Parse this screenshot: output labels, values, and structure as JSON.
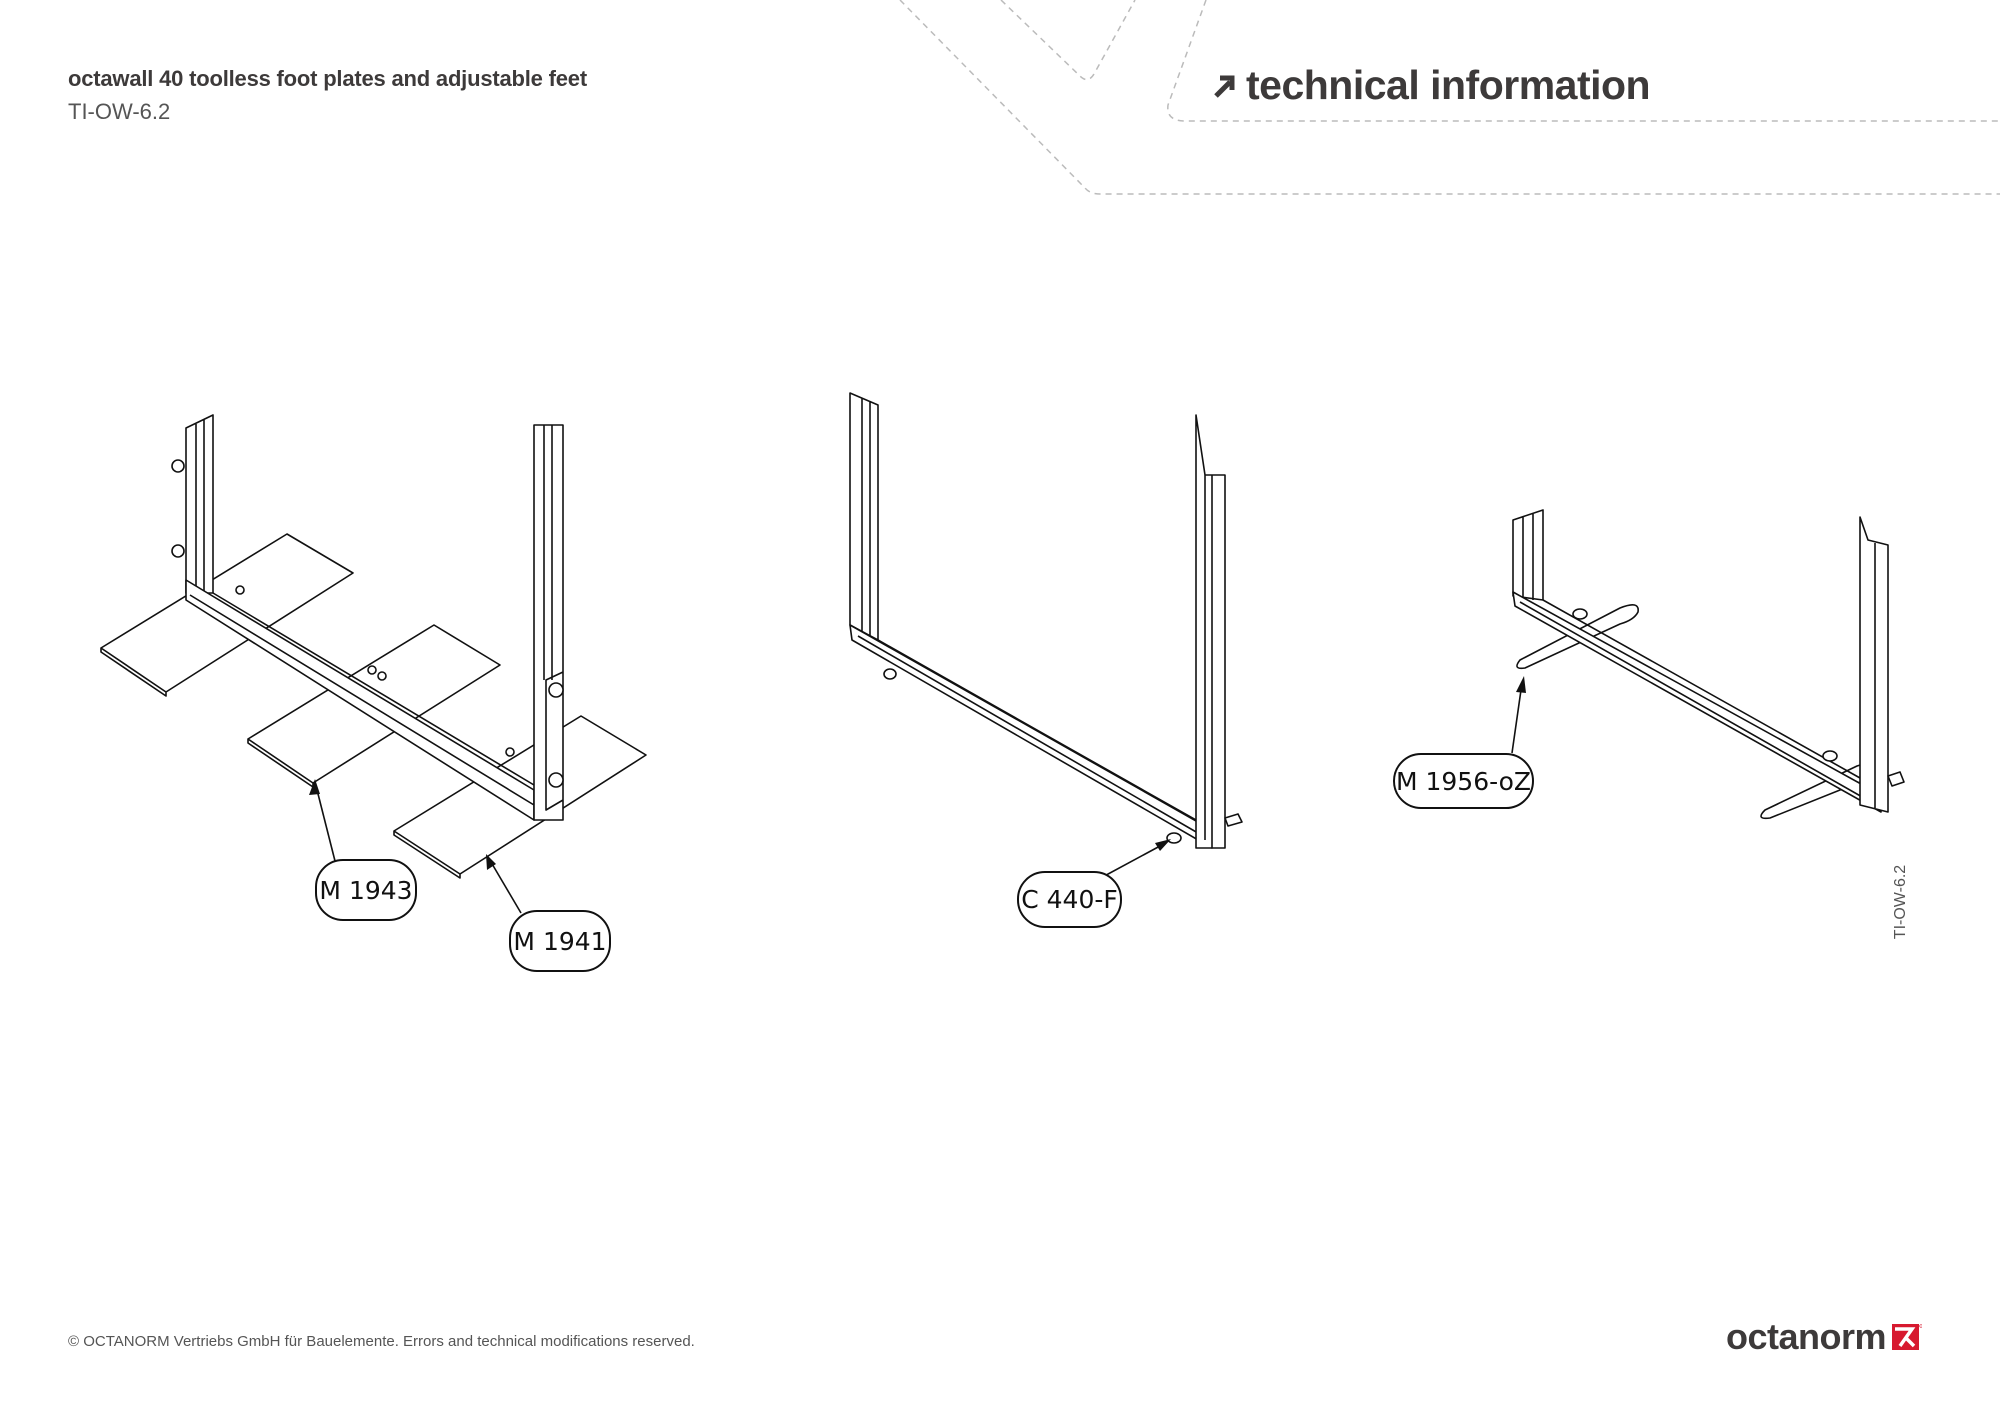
{
  "header": {
    "title": "octawall 40 toolless foot plates and adjustable feet",
    "code": "TI-OW-6.2",
    "section": "technical information",
    "section_icon": "arrow-up-right-icon"
  },
  "drawings": [
    {
      "labels": [
        "M 1943",
        "M 1941"
      ]
    },
    {
      "labels": [
        "C 440-F"
      ]
    },
    {
      "labels": [
        "M 1956-oZ"
      ]
    }
  ],
  "side_code": "TI-OW-6.2",
  "footer": {
    "copyright": "© OCTANORM Vertriebs GmbH für Bauelemente. Errors and technical modifications reserved.",
    "logo_text": "octanorm",
    "logo_color": "#d7192f"
  }
}
